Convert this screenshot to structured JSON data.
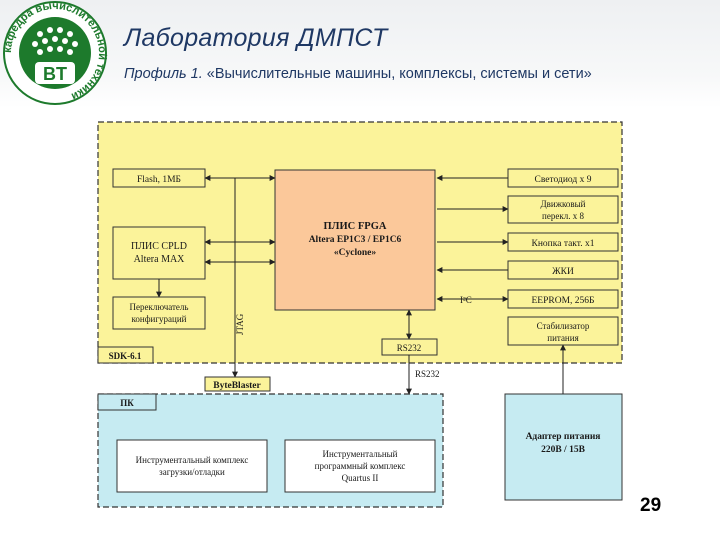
{
  "header": {
    "title": "Лаборатория ДМПСТ",
    "subtitle_lead": "Профиль 1.",
    "subtitle_text": " «Вычислительные машины, комплексы, системы и сети»"
  },
  "logo": {
    "badge_text": "BT",
    "ring_text": "кафедра вычислительной техники"
  },
  "diagram": {
    "sdk_label": "SDK-6.1",
    "pc_label": "ПК",
    "flash": "Flash, 1МБ",
    "cpld_line1": "ПЛИС CPLD",
    "cpld_line2": "Altera MAX",
    "switch_line1": "Переключатель",
    "switch_line2": "конфигураций",
    "fpga_line1": "ПЛИС FPGA",
    "fpga_line2": "Altera EP1C3 / EP1C6",
    "fpga_line3": "«Cyclone»",
    "led": "Светодиод х 9",
    "dip_line1": "Движковый",
    "dip_line2": "перекл. х 8",
    "button": "Кнопка такт. х1",
    "lcd": "ЖКИ",
    "eeprom": "EEPROM, 256Б",
    "stab_line1": "Стабилизатор",
    "stab_line2": "питания",
    "rs232_box": "RS232",
    "rs232_wire": "RS232",
    "i2c": "I²C",
    "jtag": "JTAG",
    "byteblaster": "ByteBlaster",
    "adapter_line1": "Адаптер питания",
    "adapter_line2": "220В / 15В",
    "tool1_line1": "Инструментальный комплекс",
    "tool1_line2": "загрузки/отладки",
    "tool2_line1": "Инструментальный",
    "tool2_line2": "программный комплекс",
    "tool2_line3": "Quartus II"
  },
  "page": {
    "number": "29"
  },
  "colors": {
    "title": "#1f3864",
    "board_fill": "#fbf39a",
    "pc_fill": "#c6ebf2",
    "fpga_fill": "#fbc89a",
    "box_fill": "#fbf39a",
    "logo_green": "#1d7a2c"
  }
}
